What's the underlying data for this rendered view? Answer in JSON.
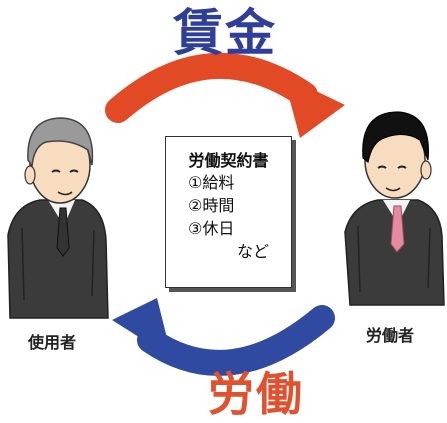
{
  "labels": {
    "wage": "賃金",
    "labor": "労働",
    "employer": "使用者",
    "worker": "労働者"
  },
  "contract": {
    "title": "労働契約書",
    "items": [
      "①給料",
      "②時間",
      "③休日"
    ],
    "etc": "など"
  },
  "colors": {
    "wage_arrow": "#e24a26",
    "labor_arrow": "#2f4aa0",
    "wage_text": "#2f3f99",
    "labor_text": "#e0522f"
  }
}
